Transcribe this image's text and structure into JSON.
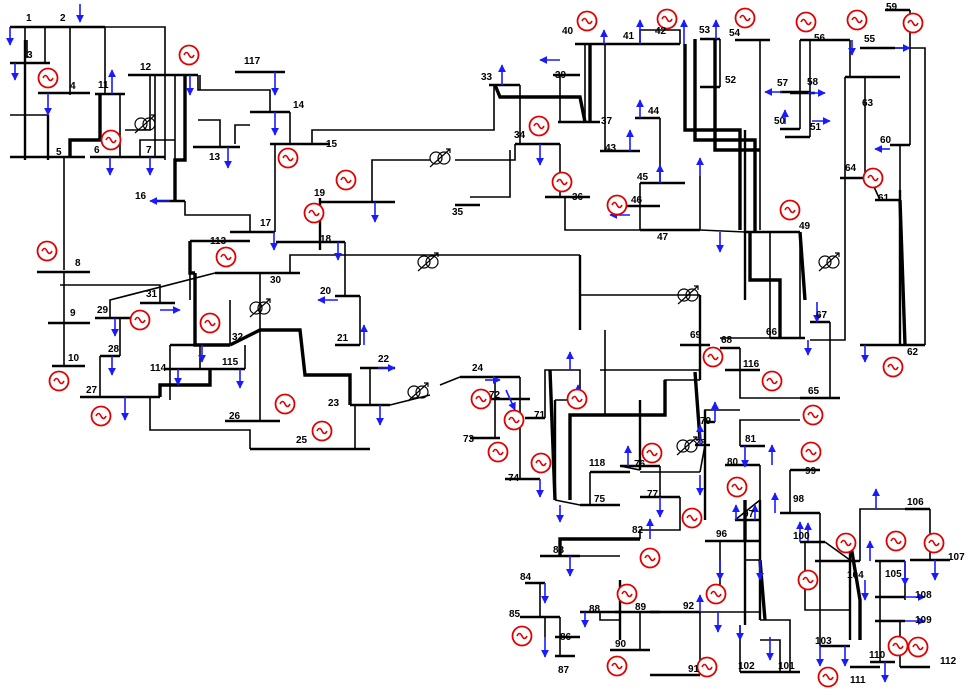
{
  "diagram": {
    "bus_labels": [
      "1",
      "2",
      "3",
      "4",
      "5",
      "6",
      "7",
      "8",
      "9",
      "10",
      "11",
      "12",
      "13",
      "14",
      "15",
      "16",
      "17",
      "18",
      "19",
      "20",
      "21",
      "22",
      "23",
      "24",
      "25",
      "26",
      "27",
      "28",
      "29",
      "30",
      "31",
      "32",
      "33",
      "34",
      "35",
      "36",
      "37",
      "39",
      "40",
      "41",
      "42",
      "43",
      "44",
      "45",
      "46",
      "47",
      "49",
      "50",
      "51",
      "52",
      "53",
      "54",
      "55",
      "56",
      "57",
      "58",
      "59",
      "60",
      "61",
      "62",
      "63",
      "64",
      "65",
      "66",
      "67",
      "68",
      "69",
      "71",
      "72",
      "73",
      "74",
      "75",
      "76",
      "77",
      "78",
      "79",
      "80",
      "81",
      "82",
      "83",
      "84",
      "85",
      "86",
      "87",
      "88",
      "89",
      "90",
      "91",
      "92",
      "96",
      "97",
      "98",
      "99",
      "100",
      "101",
      "102",
      "103",
      "104",
      "105",
      "106",
      "107",
      "108",
      "109",
      "110",
      "111",
      "112",
      "113",
      "114",
      "115",
      "116",
      "117",
      "118"
    ],
    "legend": {
      "generator_color": "#e00000",
      "load_arrow_color": "#1a1aff",
      "line_color": "#000000",
      "generator_icon": "ac-generator-icon",
      "load_icon": "load-arrow-icon",
      "transformer_icon": "phase-shifter-transformer-icon"
    }
  }
}
